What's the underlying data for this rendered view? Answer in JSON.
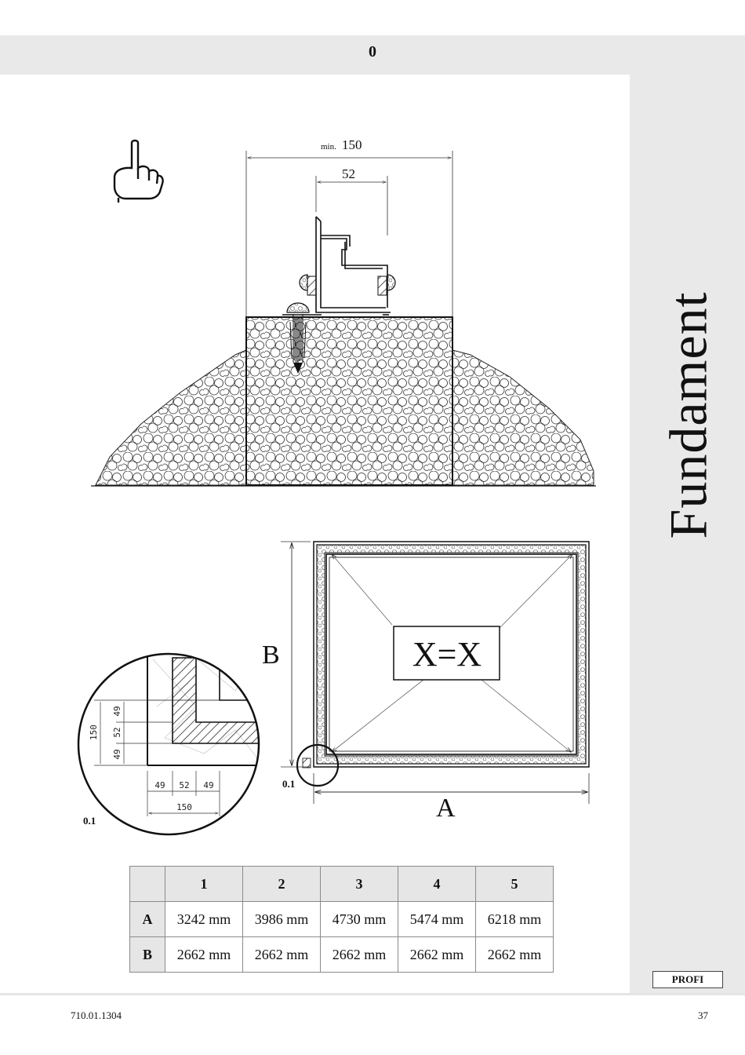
{
  "header": {
    "step": "0"
  },
  "sidebar": {
    "title": "Fundament",
    "badge": "PROFI"
  },
  "footer": {
    "code": "710.01.1304",
    "page": "37"
  },
  "section_drawing": {
    "dim_min_prefix": "min.",
    "dim_min": "150",
    "dim_inner": "52"
  },
  "plan_drawing": {
    "label_b": "B",
    "label_a": "A",
    "center_label": "X=X",
    "detail_ref": "0.1"
  },
  "detail_drawing": {
    "ref": "0.1",
    "vertical_dims": [
      "49",
      "52",
      "49"
    ],
    "vertical_total": "150",
    "horizontal_dims": [
      "49",
      "52",
      "49"
    ],
    "horizontal_total": "150"
  },
  "table": {
    "columns": [
      "1",
      "2",
      "3",
      "4",
      "5"
    ],
    "rows": [
      {
        "label": "A",
        "values": [
          "3242 mm",
          "3986 mm",
          "4730 mm",
          "5474 mm",
          "6218 mm"
        ]
      },
      {
        "label": "B",
        "values": [
          "2662 mm",
          "2662 mm",
          "2662 mm",
          "2662 mm",
          "2662 mm"
        ]
      }
    ]
  }
}
